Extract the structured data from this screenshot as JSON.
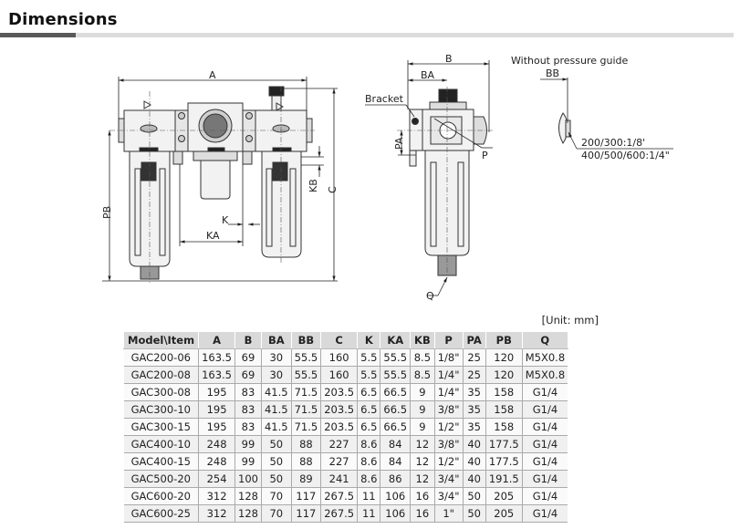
{
  "header": {
    "title": "Dimensions"
  },
  "drawing": {
    "front_view_labels": {
      "A": "A",
      "C": "C",
      "PB": "PB",
      "KB": "KB",
      "K": "K",
      "KA": "KA"
    },
    "side_view_labels": {
      "B": "B",
      "BA": "BA",
      "bracket": "Bracket",
      "PA": "PA",
      "P": "P",
      "Q": "Q"
    },
    "detail": {
      "caption": "Without pressure guide",
      "BB": "BB",
      "note_line1": "200/300:1/8'",
      "note_line2": "400/500/600:1/4\""
    }
  },
  "table": {
    "unit_note": "[Unit: mm]",
    "headers": [
      "Model\\Item",
      "A",
      "B",
      "BA",
      "BB",
      "C",
      "K",
      "KA",
      "KB",
      "P",
      "PA",
      "PB",
      "Q"
    ],
    "rows": [
      [
        "GAC200-06",
        "163.5",
        "69",
        "30",
        "55.5",
        "160",
        "5.5",
        "55.5",
        "8.5",
        "1/8\"",
        "25",
        "120",
        "M5X0.8"
      ],
      [
        "GAC200-08",
        "163.5",
        "69",
        "30",
        "55.5",
        "160",
        "5.5",
        "55.5",
        "8.5",
        "1/4\"",
        "25",
        "120",
        "M5X0.8"
      ],
      [
        "GAC300-08",
        "195",
        "83",
        "41.5",
        "71.5",
        "203.5",
        "6.5",
        "66.5",
        "9",
        "1/4\"",
        "35",
        "158",
        "G1/4"
      ],
      [
        "GAC300-10",
        "195",
        "83",
        "41.5",
        "71.5",
        "203.5",
        "6.5",
        "66.5",
        "9",
        "3/8\"",
        "35",
        "158",
        "G1/4"
      ],
      [
        "GAC300-15",
        "195",
        "83",
        "41.5",
        "71.5",
        "203.5",
        "6.5",
        "66.5",
        "9",
        "1/2\"",
        "35",
        "158",
        "G1/4"
      ],
      [
        "GAC400-10",
        "248",
        "99",
        "50",
        "88",
        "227",
        "8.6",
        "84",
        "12",
        "3/8\"",
        "40",
        "177.5",
        "G1/4"
      ],
      [
        "GAC400-15",
        "248",
        "99",
        "50",
        "88",
        "227",
        "8.6",
        "84",
        "12",
        "1/2\"",
        "40",
        "177.5",
        "G1/4"
      ],
      [
        "GAC500-20",
        "254",
        "100",
        "50",
        "89",
        "241",
        "8.6",
        "86",
        "12",
        "3/4\"",
        "40",
        "191.5",
        "G1/4"
      ],
      [
        "GAC600-20",
        "312",
        "128",
        "70",
        "117",
        "267.5",
        "11",
        "106",
        "16",
        "3/4\"",
        "50",
        "205",
        "G1/4"
      ],
      [
        "GAC600-25",
        "312",
        "128",
        "70",
        "117",
        "267.5",
        "11",
        "106",
        "16",
        "1\"",
        "50",
        "205",
        "G1/4"
      ]
    ]
  }
}
